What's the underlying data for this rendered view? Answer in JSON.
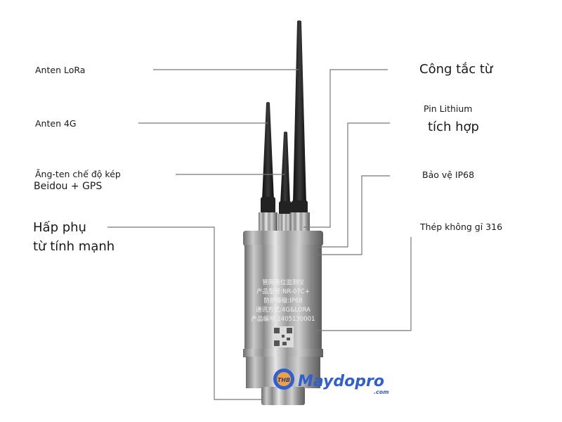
{
  "labels": {
    "left": {
      "lora": "Anten LoRa",
      "g4": "Anten 4G",
      "dual_line1": "Ăng-ten chế độ kép",
      "dual_line2": "Beidou + GPS",
      "magnet_line1": "Hấp phụ",
      "magnet_line2": "từ tính mạnh"
    },
    "right": {
      "switch": "Công tắc từ",
      "battery_line1": "Pin Lithium",
      "battery_line2": "tích hợp",
      "ip": "Bảo vệ IP68",
      "steel": "Thép không gỉ 316"
    }
  },
  "device_label": {
    "line1": "管网液位监测仪",
    "line2": "产品型号:NR-07C+",
    "line3": "防护等级:IP68",
    "line4": "通讯方式:4G&LORA",
    "line5": "产品编号:2405130001"
  },
  "watermark": {
    "badge": "THB",
    "brand": "Maydopro",
    "domain": ".com",
    "brand_color": "#2f5fd0"
  },
  "colors": {
    "leader_line": "#777777",
    "antenna": "#1c1c1c",
    "steel": "#b8b8b8"
  }
}
